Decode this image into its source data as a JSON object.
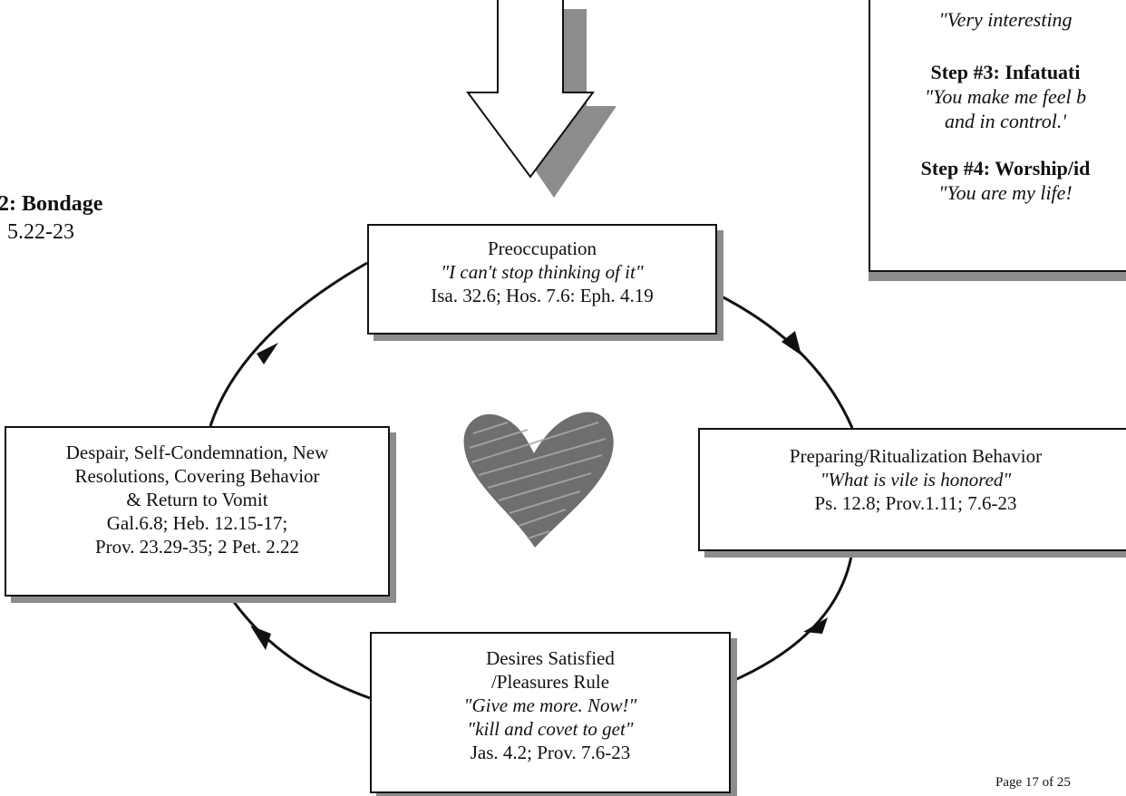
{
  "left_fragment": {
    "title": "2: Bondage",
    "ref": "5.22-23"
  },
  "top_box": {
    "line1": "\"Very interesting",
    "step3_title": "Step #3: Infatuati",
    "step3_quote_line1": "\"You make me feel b",
    "step3_quote_line2": "and in control.'",
    "step4_title": "Step #4: Worship/id",
    "step4_quote": "\"You are my life!"
  },
  "cycle": {
    "preoccupation": {
      "title": "Preoccupation",
      "quote": "\"I can't stop thinking of it\"",
      "refs": "Isa. 32.6; Hos. 7.6: Eph. 4.19"
    },
    "preparing": {
      "title": "Preparing/Ritualization Behavior",
      "quote": "\"What is vile is honored\"",
      "refs": "Ps. 12.8; Prov.1.11; 7.6-23"
    },
    "desires": {
      "title_line1": "Desires Satisfied",
      "title_line2": "/Pleasures Rule",
      "quote1": "\"Give me more. Now!\"",
      "quote2": "\"kill and covet to get\"",
      "refs": "Jas. 4.2; Prov. 7.6-23"
    },
    "despair": {
      "line1": "Despair, Self-Condemnation, New",
      "line2": "Resolutions, Covering Behavior",
      "line3": "& Return to Vomit",
      "line4": "Gal.6.8; Heb. 12.15-17;",
      "line5": "Prov. 23.29-35; 2 Pet. 2.22"
    }
  },
  "page_number": "Page 17 of 25",
  "colors": {
    "heart": "#6e6e6e",
    "shadow": "#8c8c8c",
    "line": "#111111"
  }
}
